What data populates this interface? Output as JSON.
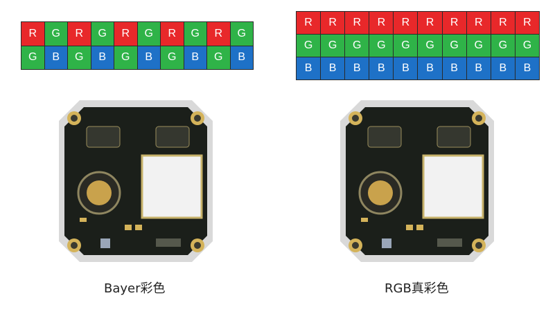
{
  "colors": {
    "R": "#e8282a",
    "G": "#2fb348",
    "B": "#1e71c7"
  },
  "bayer": {
    "rows": [
      [
        "R",
        "G",
        "R",
        "G",
        "R",
        "G",
        "R",
        "G",
        "R",
        "G"
      ],
      [
        "G",
        "B",
        "G",
        "B",
        "G",
        "B",
        "G",
        "B",
        "G",
        "B"
      ]
    ],
    "caption": "Bayer彩色"
  },
  "rgb": {
    "rows": [
      [
        "R",
        "R",
        "R",
        "R",
        "R",
        "R",
        "R",
        "R",
        "R",
        "R"
      ],
      [
        "G",
        "G",
        "G",
        "G",
        "G",
        "G",
        "G",
        "G",
        "G",
        "G"
      ],
      [
        "B",
        "B",
        "B",
        "B",
        "B",
        "B",
        "B",
        "B",
        "B",
        "B"
      ]
    ],
    "caption": "RGB真彩色"
  }
}
